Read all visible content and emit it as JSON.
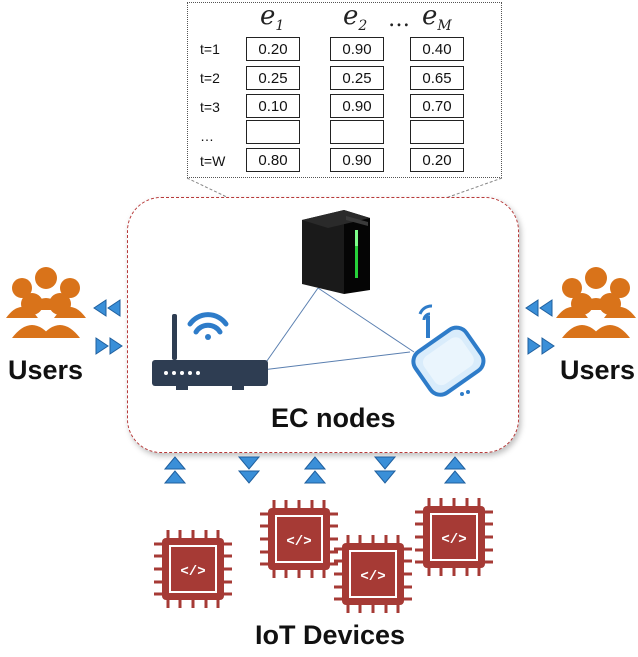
{
  "table": {
    "columns": [
      {
        "base": "e",
        "sub": "1"
      },
      {
        "base": "e",
        "sub": "2"
      },
      {
        "base": "e",
        "sub": "M"
      }
    ],
    "col_ellipsis": "…",
    "rows": [
      {
        "label": "t=1",
        "values": [
          "0.20",
          "0.90",
          "0.40"
        ]
      },
      {
        "label": "t=2",
        "values": [
          "0.25",
          "0.25",
          "0.65"
        ]
      },
      {
        "label": "t=3",
        "values": [
          "0.10",
          "0.90",
          "0.70"
        ]
      },
      {
        "label": "…",
        "values": [
          "",
          "",
          ""
        ]
      },
      {
        "label": "t=W",
        "values": [
          "0.80",
          "0.90",
          "0.20"
        ]
      }
    ]
  },
  "labels": {
    "ec_nodes": "EC nodes",
    "users_left": "Users",
    "users_right": "Users",
    "iot_devices": "IoT Devices"
  },
  "colors": {
    "users": "#d9731a",
    "iot": "#a63a35",
    "arrow": "#3a8fd8",
    "router": "#2e3d52",
    "wifi": "#2e7cc9",
    "ec_border": "#b83a3a",
    "link": "#5a7fb0"
  },
  "icons": {
    "server": "server-icon",
    "router": "router-icon",
    "access_point": "access-point-icon",
    "users": "users-group-icon",
    "iot": "chip-icon"
  }
}
